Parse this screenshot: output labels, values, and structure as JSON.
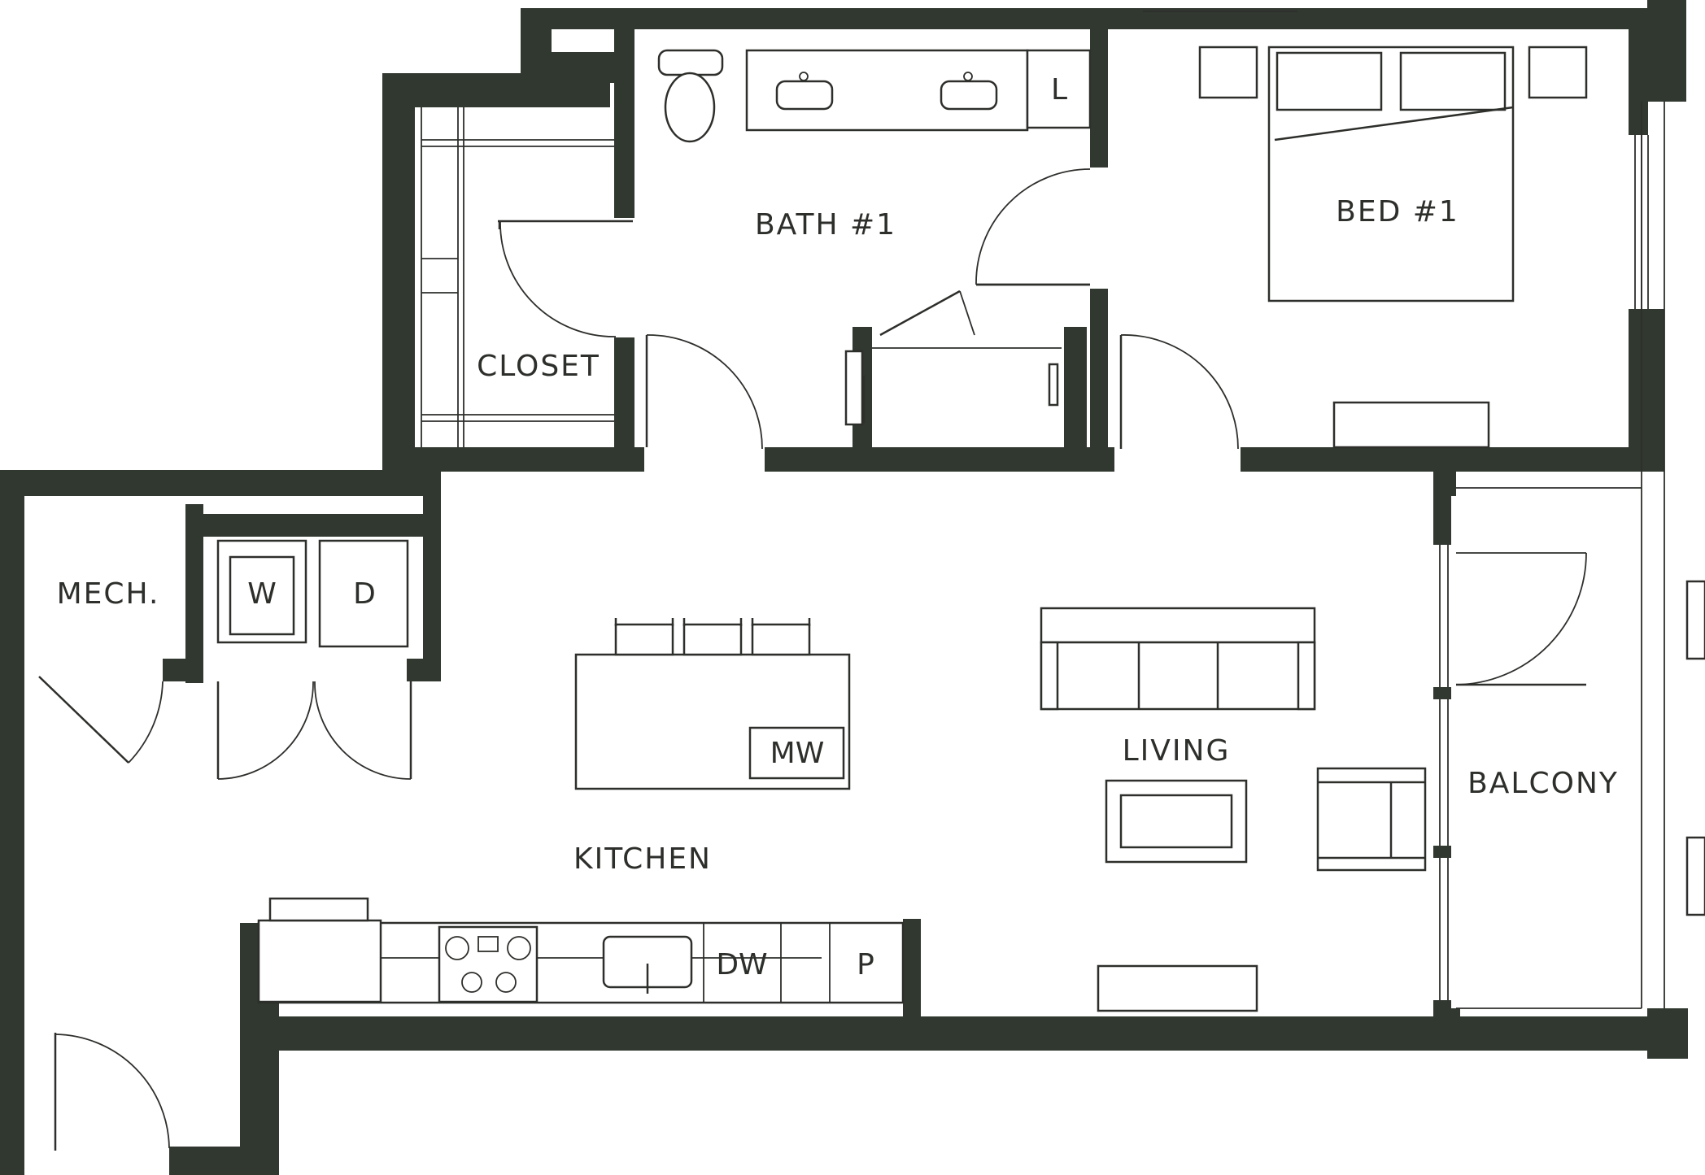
{
  "colors": {
    "wall": "#313830",
    "line": "#2d2f2b",
    "background": "#ffffff"
  },
  "rooms": {
    "bath": "BATH #1",
    "bed": "BED #1",
    "closet": "CLOSET",
    "mech": "MECH.",
    "kitchen": "KITCHEN",
    "living": "LIVING",
    "balcony": "BALCONY"
  },
  "appliances": {
    "washer": "W",
    "dryer": "D",
    "microwave": "MW",
    "dishwasher": "DW",
    "pantry": "P",
    "linen": "L"
  },
  "icons": [
    "toilet-icon",
    "sink-icon",
    "bed-icon",
    "sofa-icon",
    "armchair-icon",
    "coffee-table-icon",
    "stool-icon",
    "range-icon",
    "door-swing-icon"
  ]
}
